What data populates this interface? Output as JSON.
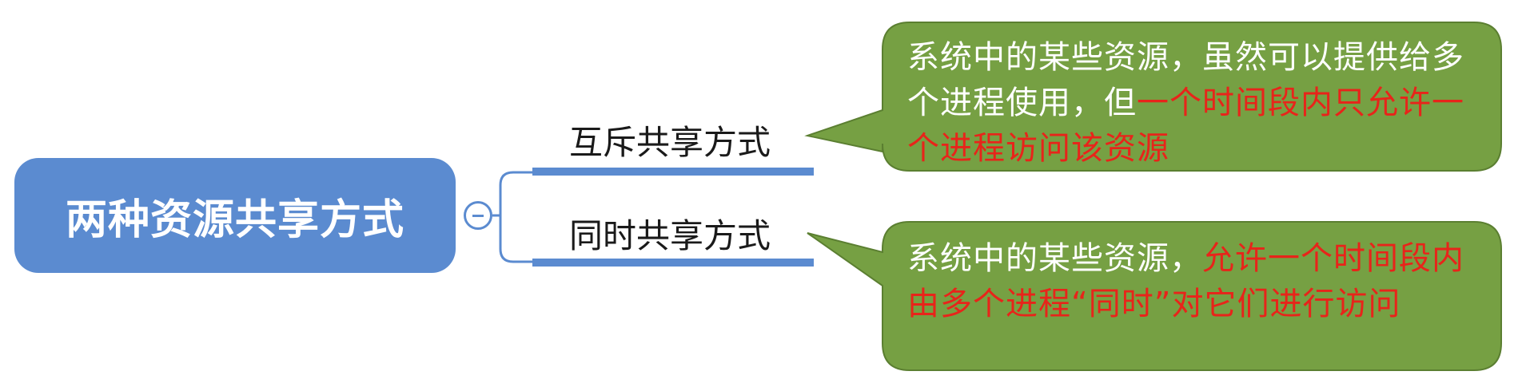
{
  "root": {
    "label": "两种资源共享方式"
  },
  "branches": [
    {
      "label": "互斥共享方式",
      "description": {
        "normal": "系统中的某些资源，虽然可以提供给多个进程使用，但",
        "highlight": "一个时间段内只允许一个进程访问该资源"
      }
    },
    {
      "label": "同时共享方式",
      "description": {
        "normal": "系统中的某些资源，",
        "highlight": "允许一个时间段内由多个进程“同时”对它们进行访问"
      }
    }
  ],
  "colors": {
    "root_fill": "#5b8bd0",
    "connector": "#5b8bd0",
    "callout_fill": "#76a043",
    "callout_stroke": "#5b7f31",
    "callout_text": "#ffffff",
    "highlight_text": "#e8241a"
  },
  "icons": {
    "collapse_toggle": "minus-circle-icon"
  }
}
